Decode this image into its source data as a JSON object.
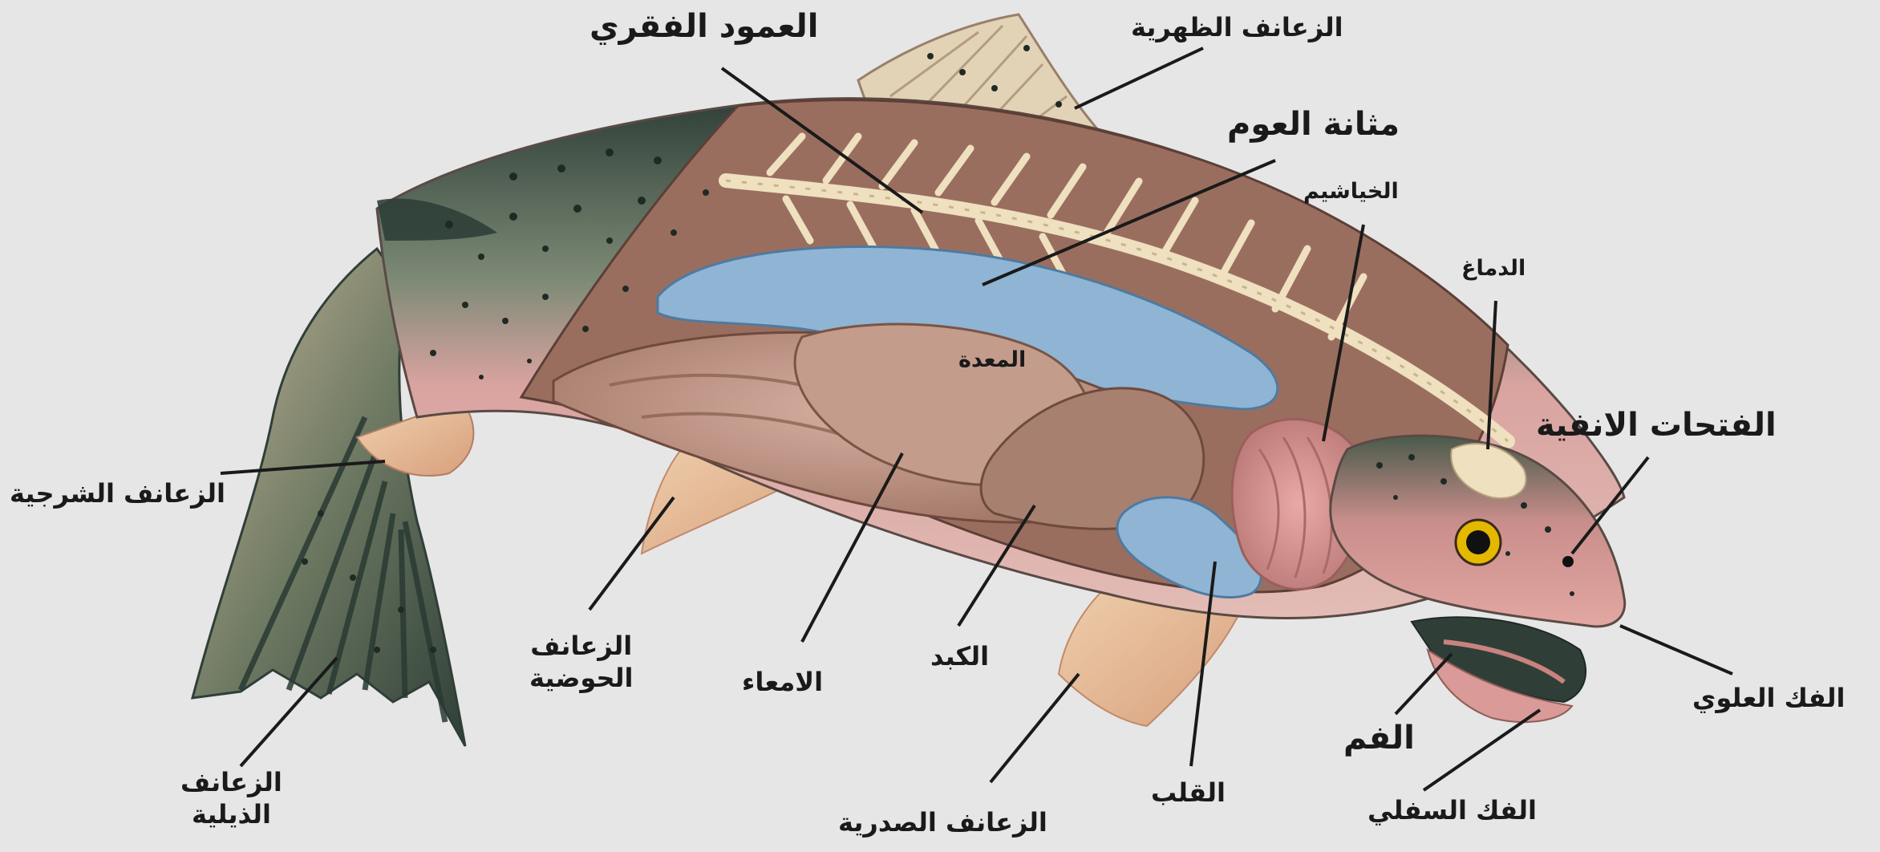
{
  "colors": {
    "background": "#e6e6e6",
    "skin_dark": "#2f3f38",
    "skin_pink": "#d99a98",
    "flesh": "#9a6e5f",
    "spine": "#efe0bf",
    "swim_bladder": "#8fb4d4",
    "organs": "#b88a7a",
    "fins": "#e0b48e",
    "gills": "#d88d8d",
    "eye": "#e5b800",
    "leader_line": "#1a1a1a"
  },
  "labels": {
    "dorsal_fin": "الزعانف الظهرية",
    "spine": "العمود الفقري",
    "swim_bladder": "مثانة العوم",
    "gills": "الخياشيم",
    "brain": "الدماغ",
    "nostrils": "الفتحات الانفية",
    "stomach": "المعدة",
    "anal_fin": "الزعانف الشرجية",
    "pelvic_fin_1": "الزعانف",
    "pelvic_fin_2": "الحوضية",
    "intestines": "الامعاء",
    "liver": "الكبد",
    "heart": "القلب",
    "pectoral_fin": "الزعانف الصدرية",
    "mouth": "الفم",
    "upper_jaw": "الفك العلوي",
    "lower_jaw": "الفك السفلي",
    "tail_fin_1": "الزعانف",
    "tail_fin_2": "الذيلية"
  }
}
